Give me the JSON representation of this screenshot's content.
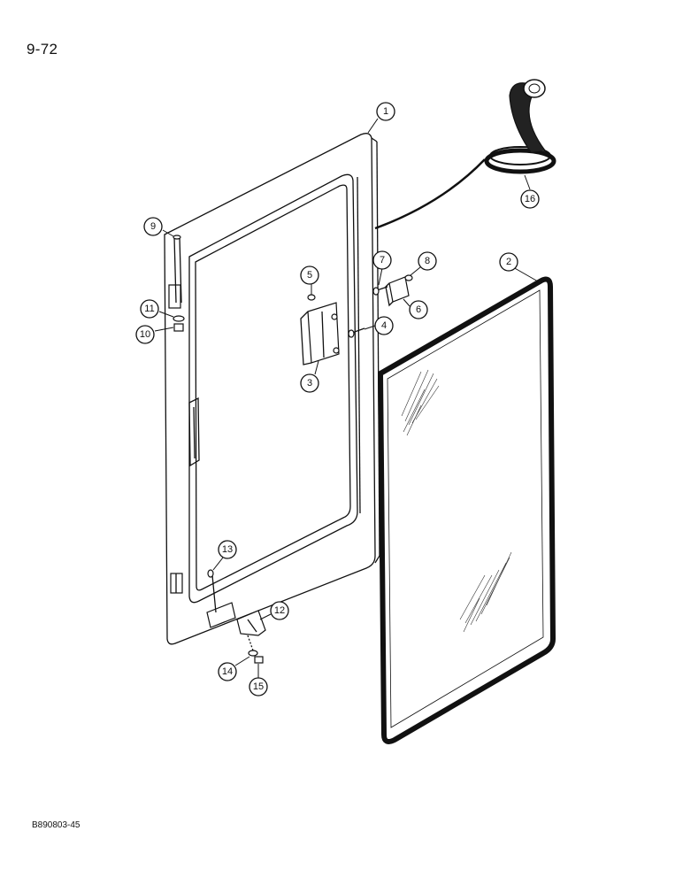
{
  "page": {
    "page_number": "9-72",
    "figure_code": "B890803-45"
  },
  "callouts": [
    {
      "id": "1",
      "label": "1"
    },
    {
      "id": "2",
      "label": "2"
    },
    {
      "id": "3",
      "label": "3"
    },
    {
      "id": "4",
      "label": "4"
    },
    {
      "id": "5",
      "label": "5"
    },
    {
      "id": "6",
      "label": "6"
    },
    {
      "id": "7",
      "label": "7"
    },
    {
      "id": "8",
      "label": "8"
    },
    {
      "id": "9",
      "label": "9"
    },
    {
      "id": "10",
      "label": "10"
    },
    {
      "id": "11",
      "label": "11"
    },
    {
      "id": "12",
      "label": "12"
    },
    {
      "id": "13",
      "label": "13"
    },
    {
      "id": "14",
      "label": "14"
    },
    {
      "id": "15",
      "label": "15"
    },
    {
      "id": "16",
      "label": "16"
    }
  ]
}
